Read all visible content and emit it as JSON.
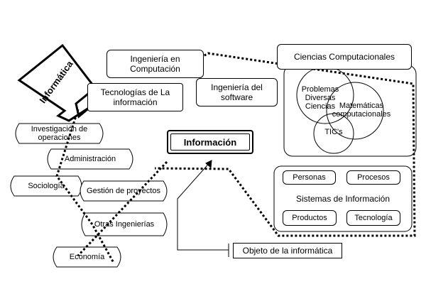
{
  "nodes": {
    "informatica": "Informática",
    "ingenieria_computacion": "Ingeniería en Computación",
    "tecnologias_informacion": "Tecnologías de La información",
    "ingenieria_software": "Ingeniería del software",
    "informacion": "Información",
    "investigacion_operaciones": "Investigación de operaciones",
    "administracion": "Administración",
    "sociologia": "Sociología",
    "gestion_proyectos": "Gestión de proyectos",
    "otras_ingenierias": "Otras Ingenierías",
    "economia": "Economía",
    "objeto_informatica": "Objeto de la informática"
  },
  "ciencias": {
    "title": "Ciencias Computacionales",
    "problemas": "Problemas Diversas Ciencias",
    "matematicas": "Matemáticas computacionales",
    "tics": "TIC's"
  },
  "sistemas": {
    "title": "Sistemas de Información",
    "personas": "Personas",
    "procesos": "Procesos",
    "productos": "Productos",
    "tecnologia": "Tecnología"
  }
}
